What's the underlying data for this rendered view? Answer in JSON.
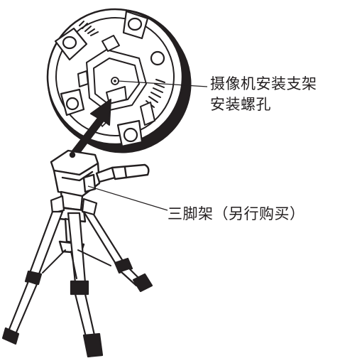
{
  "labels": {
    "camera_mount_hole": {
      "line1": "摄像机安装支架",
      "line2": "安装螺孔"
    },
    "tripod": "三脚架（另行购买）"
  },
  "colors": {
    "ink": "#231f20",
    "paper": "#ffffff",
    "shade": "#3a3637"
  },
  "components": [
    "camera-mount-bracket",
    "tripod",
    "insert-arrow"
  ]
}
